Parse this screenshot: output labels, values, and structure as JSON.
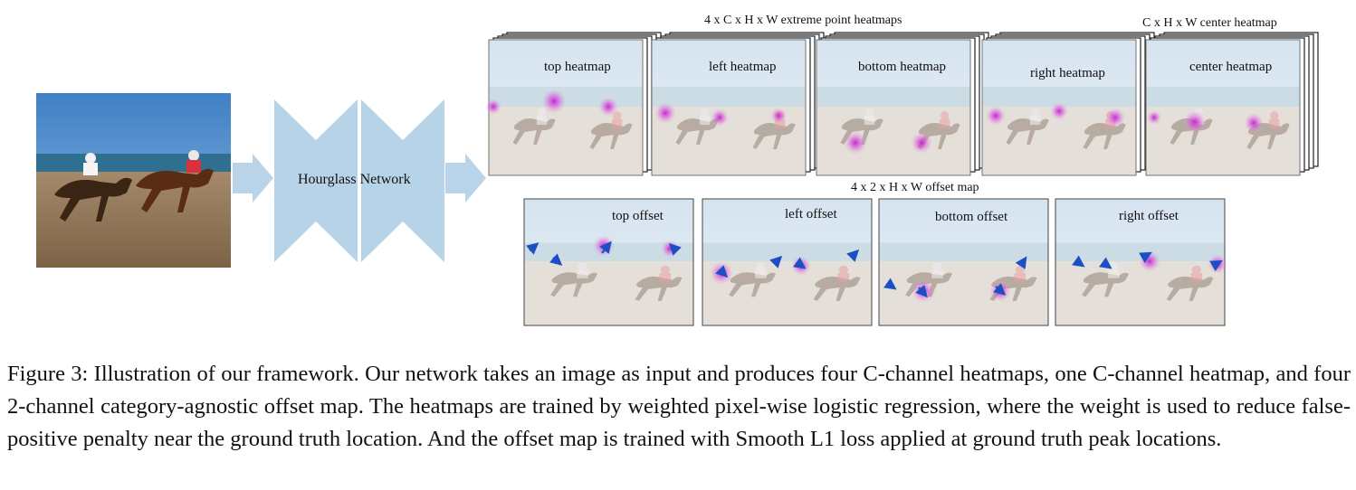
{
  "figure": {
    "network_label": "Hourglass Network",
    "extreme_heatmaps_label": "4 x C x H x W extreme point heatmaps",
    "center_heatmap_label": "C x H x W center heatmap",
    "offset_map_label": "4 x 2 x H x W offset map",
    "heatmaps": [
      {
        "label": "top heatmap"
      },
      {
        "label": "left heatmap"
      },
      {
        "label": "bottom heatmap"
      },
      {
        "label": "right heatmap"
      },
      {
        "label": "center heatmap"
      }
    ],
    "offsets": [
      {
        "label": "top offset"
      },
      {
        "label": "left offset"
      },
      {
        "label": "bottom offset"
      },
      {
        "label": "right offset"
      }
    ],
    "colors": {
      "arrow": "#b9d4e8",
      "hourglass": "#b7d3e8",
      "sky": "#dde8f1",
      "sand": "#e2ddd6",
      "heat": "#d02bd6",
      "offset_arrow": "#1d4fc4"
    }
  },
  "caption": {
    "text": "Figure 3: Illustration of our framework. Our network takes an image as input and produces four C-channel heatmaps, one C-channel heatmap, and four 2-channel category-agnostic offset map. The heatmaps are trained by weighted pixel-wise logistic regression, where the weight is used to reduce false-positive penalty near the ground truth location. And the offset map is trained with Smooth L1 loss applied at ground truth peak locations."
  }
}
